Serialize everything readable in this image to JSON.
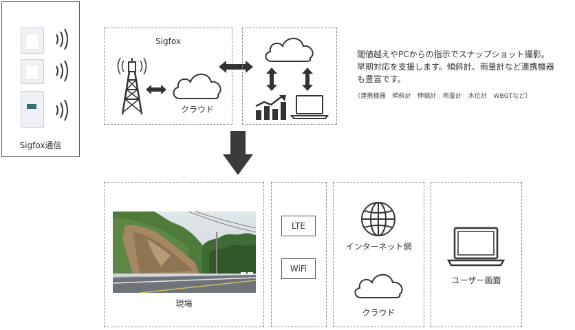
{
  "device_panel": {
    "label": "Sigfox通信"
  },
  "sigfox_box": {
    "title": "Sigfox",
    "cloud_label": "クラウド"
  },
  "description": {
    "lines": [
      "閾値越えやPCからの指示でスナップショット撮影。",
      "早期対応を支援します。傾斜計、雨量計など連携機器",
      "も豊富です。"
    ],
    "devices_note": "（連携機器　傾斜計　伸縮計　雨量計　水位計　WBGTなど）"
  },
  "site_box": {
    "label": "現場"
  },
  "network_box": {
    "lte_label": "LTE",
    "wifi_label": "WiFi"
  },
  "internet_box": {
    "internet_label": "インターネット網",
    "cloud_label": "クラウド"
  },
  "user_box": {
    "label": "ユーザー画面"
  },
  "colors": {
    "line": "#333333",
    "dashed": "#8a8a8a",
    "arrow": "#3a3a3a"
  }
}
